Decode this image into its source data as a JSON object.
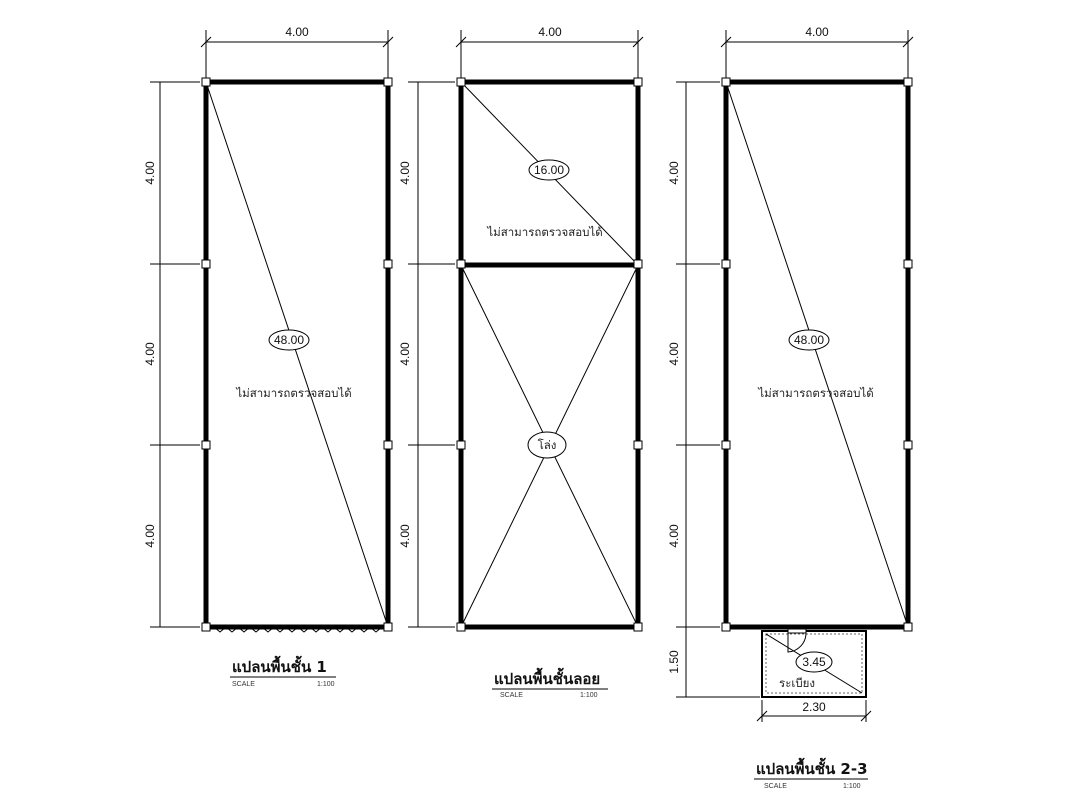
{
  "plans": [
    {
      "title": "แปลนพื้นชั้น 1",
      "scale_label": "SCALE",
      "scale_value": "1:100",
      "width_dim": "4.00",
      "height_dims": [
        "4.00",
        "4.00",
        "4.00"
      ],
      "area_tag": "48.00",
      "note": "ไม่สามารถตรวจสอบได้"
    },
    {
      "title": "แปลนพื้นชั้นลอย",
      "scale_label": "SCALE",
      "scale_value": "1:100",
      "width_dim": "4.00",
      "height_dims": [
        "4.00",
        "4.00",
        "4.00"
      ],
      "area_tag": "16.00",
      "note": "ไม่สามารถตรวจสอบได้",
      "void_tag": "โล่ง"
    },
    {
      "title": "แปลนพื้นชั้น 2-3",
      "scale_label": "SCALE",
      "scale_value": "1:100",
      "width_dim": "4.00",
      "height_dims": [
        "4.00",
        "4.00",
        "4.00",
        "1.50"
      ],
      "area_tag": "48.00",
      "note": "ไม่สามารถตรวจสอบได้",
      "balcony_tag": "3.45",
      "balcony_label": "ระเบียง",
      "balcony_width_dim": "2.30"
    }
  ]
}
